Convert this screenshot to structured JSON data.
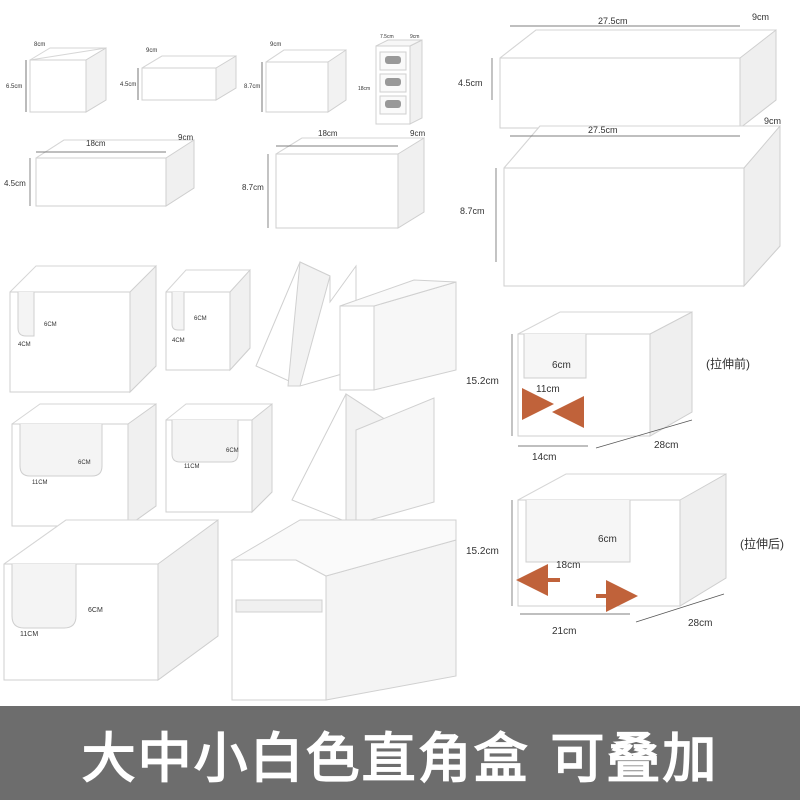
{
  "colors": {
    "box_face": "#ffffff",
    "box_edge": "#d6d6d6",
    "box_shade": "#ececec",
    "dim_line": "#555555",
    "arrow": "#c0623a",
    "banner_bg": "#6d6d6d",
    "banner_text": "#ffffff"
  },
  "top_boxes": {
    "small1": {
      "width": "8cm",
      "height": "6.5cm"
    },
    "small2": {
      "width": "9cm",
      "height": "4.5cm"
    },
    "small3": {
      "width": "9cm",
      "height": "8.7cm"
    },
    "drawer": {
      "width": "7.5cm",
      "depth": "9cm",
      "height": "18cm"
    },
    "mid1": {
      "length": "18cm",
      "width": "9cm",
      "height": "4.5cm"
    },
    "mid2": {
      "length": "18cm",
      "width": "9cm",
      "height": "8.7cm"
    },
    "long1": {
      "length": "27.5cm",
      "width": "9cm",
      "height": "4.5cm"
    },
    "long2": {
      "length": "27.5cm",
      "width": "9cm",
      "height": "8.7cm"
    }
  },
  "file_boxes": {
    "a": {
      "slot_h": "6CM",
      "slot_w": "4CM"
    },
    "b": {
      "slot_h": "6CM",
      "slot_w": "4CM"
    },
    "c": {
      "slot_w": "11CM",
      "slot_h": "6CM"
    },
    "d": {
      "slot_w": "11CM",
      "slot_h": "6CM"
    },
    "e": {
      "slot_w": "11CM",
      "slot_h": "6CM"
    }
  },
  "expandable": {
    "before": {
      "height": "15.2cm",
      "slot_h": "6cm",
      "slot_w": "11cm",
      "width": "14cm",
      "length": "28cm",
      "caption": "(拉伸前)"
    },
    "after": {
      "height": "15.2cm",
      "slot_h": "6cm",
      "slot_w": "18cm",
      "width": "21cm",
      "length": "28cm",
      "caption": "(拉伸后)"
    }
  },
  "banner": {
    "title": "大中小白色直角盒 可叠加"
  }
}
